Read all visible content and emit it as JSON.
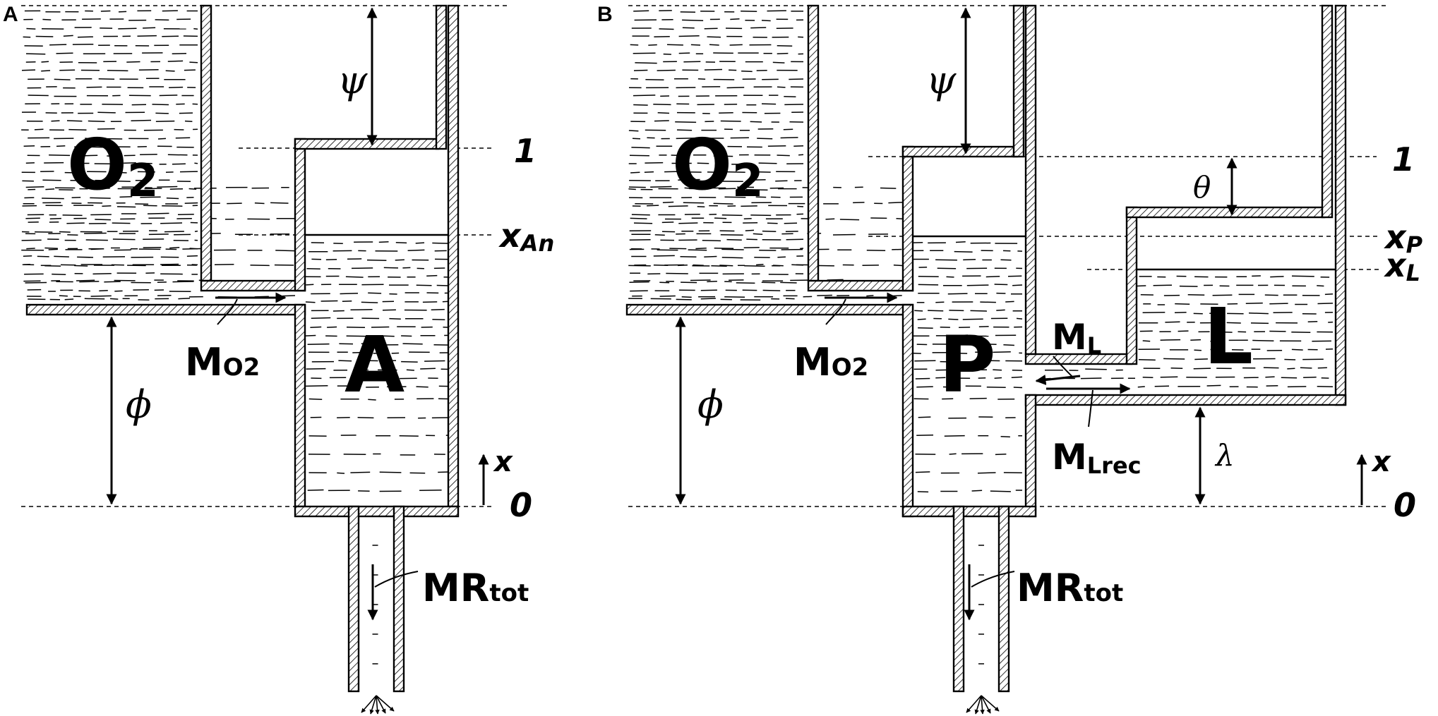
{
  "panels": [
    {
      "id": "A",
      "letter": "A",
      "compartments": {
        "oxygen": {
          "main": "O",
          "sub": "2"
        },
        "compartment": "A"
      },
      "levels": {
        "top": "1",
        "middle": {
          "main": "x",
          "sub": "An"
        },
        "bottom": "0"
      },
      "greek": {
        "upper": "ψ",
        "lower": "ϕ"
      },
      "flows": {
        "oxygen": {
          "main": "M",
          "sub": "O2"
        },
        "total": {
          "main": "MR",
          "sub": "tot"
        }
      },
      "axis": {
        "label": "x"
      }
    },
    {
      "id": "B",
      "letter": "B",
      "compartments": {
        "oxygen": {
          "main": "O",
          "sub": "2"
        },
        "phosphagen": "P",
        "lactate": "L"
      },
      "levels": {
        "top": "1",
        "xp": {
          "main": "x",
          "sub": "P"
        },
        "xl": {
          "main": "x",
          "sub": "L"
        },
        "bottom": "0"
      },
      "greek": {
        "upper": "ψ",
        "lower": "ϕ",
        "theta": "θ",
        "lambda": "λ"
      },
      "flows": {
        "oxygen": {
          "main": "M",
          "sub": "O2"
        },
        "lactate": {
          "main": "M",
          "sub": "L"
        },
        "lactate_rec": {
          "main": "M",
          "sub": "Lrec"
        },
        "total": {
          "main": "MR",
          "sub": "tot"
        }
      },
      "axis": {
        "label": "x"
      }
    }
  ]
}
